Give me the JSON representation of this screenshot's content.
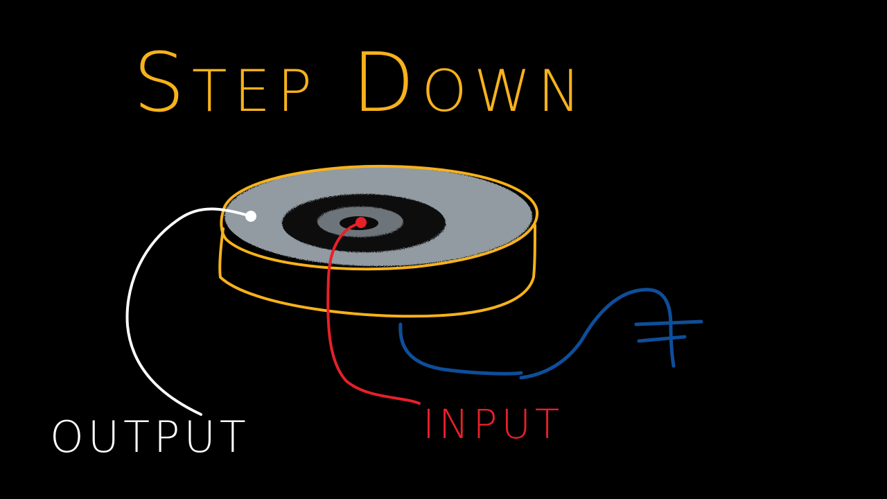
{
  "title": "Step Down",
  "labels": {
    "output": "OUTPUT",
    "input": "INPUT"
  },
  "colors": {
    "background": "#000000",
    "title": "#f7b21b",
    "coil_outline": "#f7b21b",
    "coil_fill": "#9aa4aa",
    "output_wire": "#ffffff",
    "input_wire": "#e8202a",
    "ground_wire": "#0e4e9a"
  },
  "icons": {
    "ground": "ground-symbol-icon"
  }
}
